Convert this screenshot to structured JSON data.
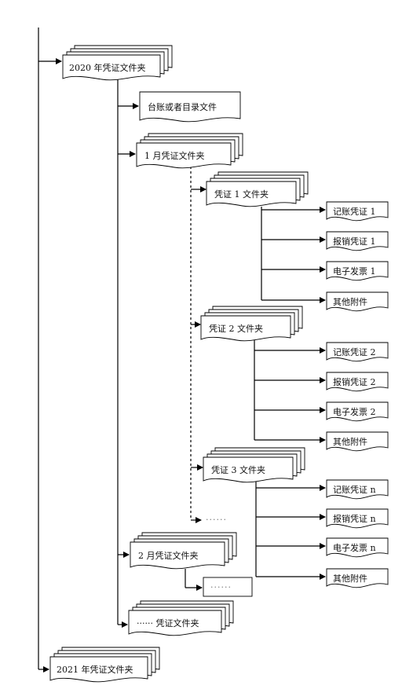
{
  "root_folders": {
    "y2020": "2020 年凭证文件夹",
    "y2021": "2021 年凭证文件夹"
  },
  "level1": {
    "ledger": "台账或者目录文件",
    "jan": "1 月凭证文件夹",
    "feb": "2 月凭证文件夹",
    "other_months": "······ 凭证文件夹"
  },
  "vouchers": {
    "v1": "凭证 1 文件夹",
    "v2": "凭证 2 文件夹",
    "v3": "凭证 3 文件夹",
    "more": "······",
    "feb_more": "······"
  },
  "group1": {
    "a": "记账凭证 1",
    "b": "报销凭证 1",
    "c": "电子发票 1",
    "d": "其他附件"
  },
  "group2": {
    "a": "记账凭证 2",
    "b": "报销凭证 2",
    "c": "电子发票 2",
    "d": "其他附件"
  },
  "groupn": {
    "a": "记账凭证 n",
    "b": "报销凭证 n",
    "c": "电子发票 n",
    "d": "其他附件"
  }
}
